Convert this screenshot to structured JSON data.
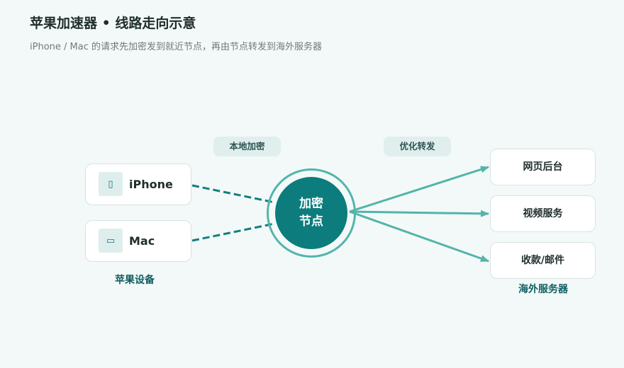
{
  "header": {
    "title": "苹果加速器 • 线路走向示意",
    "subtitle": "iPhone / Mac 的请求先加密发到就近节点，再由节点转发到海外服务器"
  },
  "stages": {
    "encrypt": "本地加密",
    "forward": "优化转发"
  },
  "devices": {
    "caption": "苹果设备",
    "items": [
      {
        "label": "iPhone",
        "icon": "phone-icon",
        "glyph": "▯"
      },
      {
        "label": "Mac",
        "icon": "laptop-icon",
        "glyph": "▭"
      }
    ]
  },
  "node": {
    "line1": "加密",
    "line2": "节点"
  },
  "servers": {
    "caption": "海外服务器",
    "items": [
      {
        "label": "网页后台"
      },
      {
        "label": "视频服务"
      },
      {
        "label": "收款/邮件"
      }
    ]
  },
  "colors": {
    "accent": "#0c7c7d",
    "ring": "#54b5ab",
    "link_dashed": "#137f80",
    "link_solid": "#53b4aa",
    "background": "#f3f9f8"
  }
}
